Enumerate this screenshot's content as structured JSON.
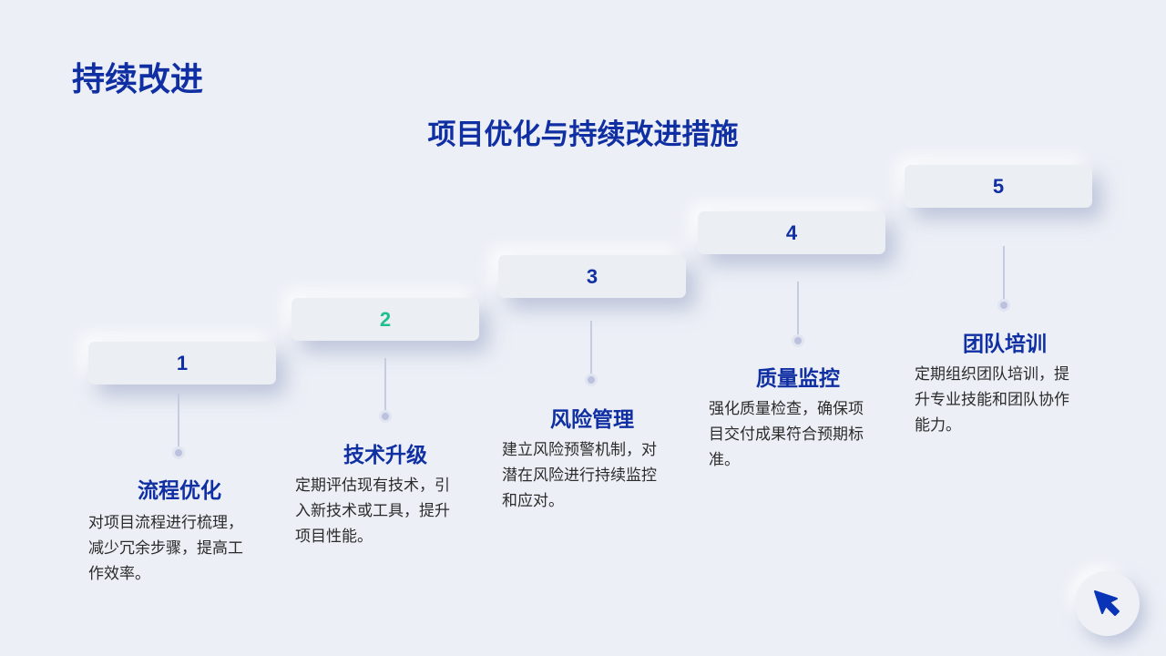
{
  "page": {
    "heading": "持续改进",
    "subtitle": "项目优化与持续改进措施"
  },
  "colors": {
    "primary": "#0f2fa3",
    "accent": "#1ec08e",
    "background": "#eceff6",
    "card": "#ebeef3"
  },
  "steps": [
    {
      "number": "1",
      "title": "流程优化",
      "desc_lines": [
        "对项目流程进行梳理，",
        "减少冗余步骤，提高工",
        "作效率。"
      ]
    },
    {
      "number": "2",
      "title": "技术升级",
      "desc_lines": [
        "定期评估现有技术，引",
        "入新技术或工具，提升",
        "项目性能。"
      ]
    },
    {
      "number": "3",
      "title": "风险管理",
      "desc_lines": [
        "建立风险预警机制，对",
        "潜在风险进行持续监控",
        "和应对。"
      ]
    },
    {
      "number": "4",
      "title": "质量监控",
      "desc_lines": [
        "强化质量检查，确保项",
        "目交付成果符合预期标",
        "准。"
      ]
    },
    {
      "number": "5",
      "title": "团队培训",
      "desc_lines": [
        "定期组织团队培训，提",
        "升专业技能和团队协作",
        "能力。"
      ]
    }
  ],
  "icons": {
    "cursor": "cursor-arrow-icon"
  }
}
